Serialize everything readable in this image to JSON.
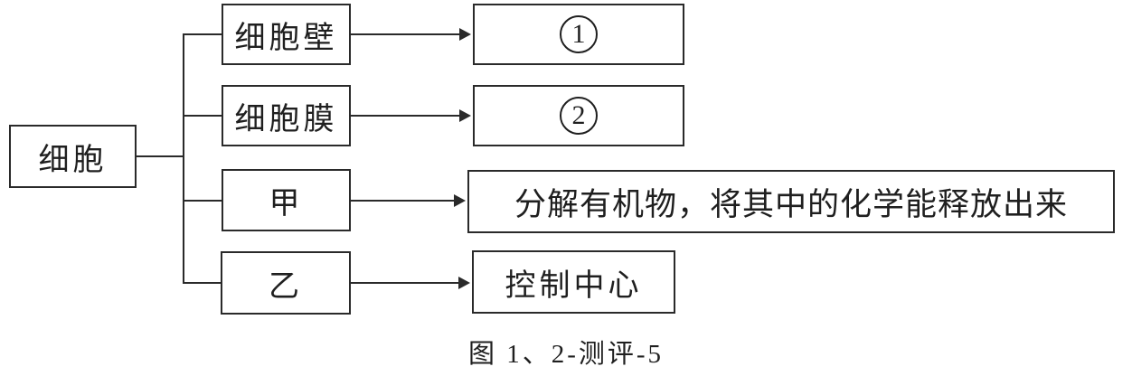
{
  "diagram": {
    "root": {
      "label": "细胞"
    },
    "rows": [
      {
        "part": "细胞壁",
        "function": {
          "kind": "circled",
          "digit": "1"
        }
      },
      {
        "part": "细胞膜",
        "function": {
          "kind": "circled",
          "digit": "2"
        }
      },
      {
        "part": "甲",
        "function": {
          "kind": "text",
          "text": "分解有机物，将其中的化学能释放出来"
        }
      },
      {
        "part": "乙",
        "function": {
          "kind": "text",
          "text": "控制中心"
        }
      }
    ],
    "caption": "图 1、2-测评-5"
  },
  "colors": {
    "line": "#2a2a2a",
    "background": "#ffffff"
  }
}
